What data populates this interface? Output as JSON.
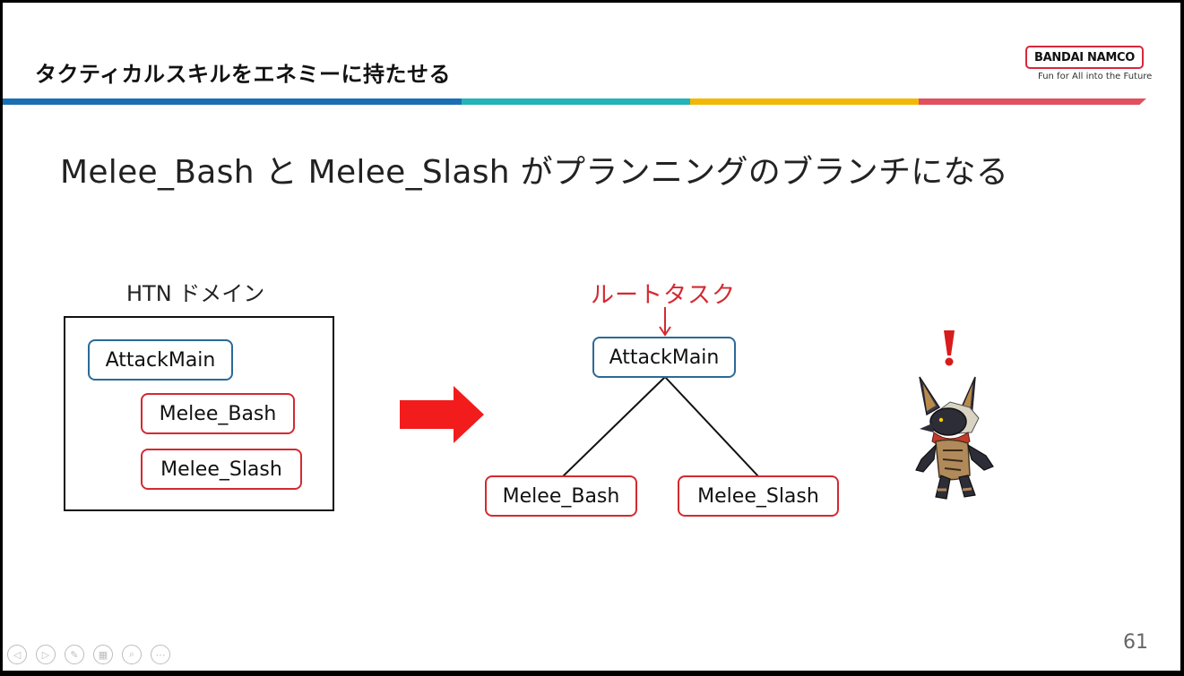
{
  "slide": {
    "header_title": "タクティカルスキルをエネミーに持たせる",
    "logo": {
      "brand": "BANDAI NAMCO",
      "tagline": "Fun for All into the Future"
    },
    "stripe_colors": [
      "#1a6fb4",
      "#23b3b8",
      "#f2b705",
      "#e0505e"
    ],
    "main_heading": "Melee_Bash と Melee_Slash がプランニングのブランチになる",
    "domain_panel": {
      "label": "HTN ドメイン",
      "tasks": [
        "AttackMain",
        "Melee_Bash",
        "Melee_Slash"
      ]
    },
    "tree": {
      "root_label": "ルートタスク",
      "root": "AttackMain",
      "children": [
        "Melee_Bash",
        "Melee_Slash"
      ]
    },
    "page_number": "61"
  },
  "colors": {
    "accent_red": "#d32a30",
    "node_blue": "#2b6a97"
  },
  "nav_controls": [
    {
      "icon": "previous-icon",
      "glyph": "◁"
    },
    {
      "icon": "next-icon",
      "glyph": "▷"
    },
    {
      "icon": "pen-icon",
      "glyph": "✎"
    },
    {
      "icon": "slides-icon",
      "glyph": "▦"
    },
    {
      "icon": "zoom-icon",
      "glyph": "⌕"
    },
    {
      "icon": "more-icon",
      "glyph": "⋯"
    }
  ]
}
